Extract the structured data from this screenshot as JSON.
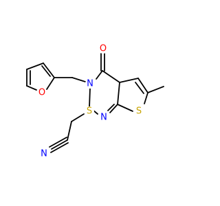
{
  "molecule": {
    "colors": {
      "bond": "#000000",
      "O": "#ff0000",
      "N": "#0000ff",
      "S": "#c8a400"
    },
    "atoms": [
      {
        "id": "o-furan",
        "label": "O",
        "element": "O"
      },
      {
        "id": "n3",
        "label": "N",
        "element": "N"
      },
      {
        "id": "o-carbonyl",
        "label": "O",
        "element": "O"
      },
      {
        "id": "s-thioether",
        "label": "S",
        "element": "S"
      },
      {
        "id": "n1",
        "label": "N",
        "element": "N"
      },
      {
        "id": "s-thiophene",
        "label": "S",
        "element": "S"
      },
      {
        "id": "n-nitrile",
        "label": "N",
        "element": "N"
      }
    ]
  }
}
